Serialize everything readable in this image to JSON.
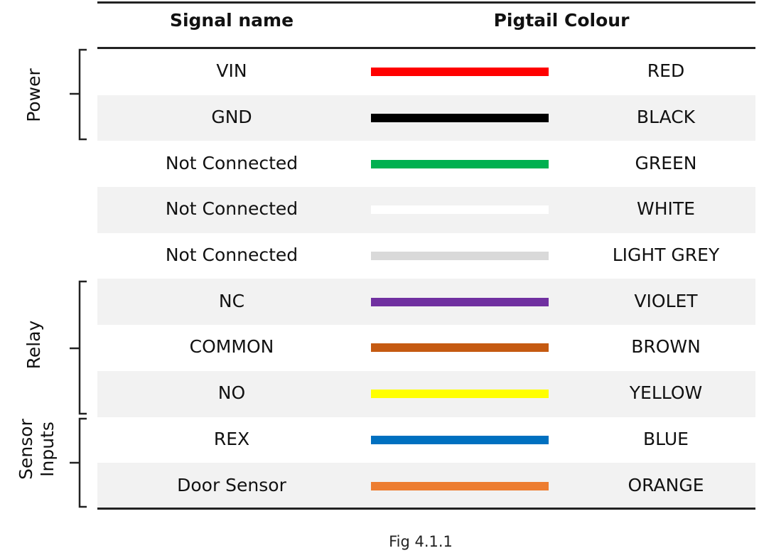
{
  "table": {
    "headers": {
      "signal": "Signal name",
      "colour": "Pigtail Colour"
    },
    "rows": [
      {
        "signal": "VIN",
        "colour": "RED",
        "hex": "#ff0000"
      },
      {
        "signal": "GND",
        "colour": "BLACK",
        "hex": "#000000"
      },
      {
        "signal": "Not Connected",
        "colour": "GREEN",
        "hex": "#00b050"
      },
      {
        "signal": "Not Connected",
        "colour": "WHITE",
        "hex": "#ffffff"
      },
      {
        "signal": "Not Connected",
        "colour": "LIGHT GREY",
        "hex": "#d9d9d9"
      },
      {
        "signal": "NC",
        "colour": "VIOLET",
        "hex": "#7030a0"
      },
      {
        "signal": "COMMON",
        "colour": "BROWN",
        "hex": "#c55a11"
      },
      {
        "signal": "NO",
        "colour": "YELLOW",
        "hex": "#ffff00"
      },
      {
        "signal": "REX",
        "colour": "BLUE",
        "hex": "#0070c0"
      },
      {
        "signal": "Door Sensor",
        "colour": "ORANGE",
        "hex": "#ed7d31"
      }
    ]
  },
  "groups": {
    "power": "Power",
    "relay": "Relay",
    "sensor_line1": "Sensor",
    "sensor_line2": "Inputs"
  },
  "caption": "Fig 4.1.1"
}
